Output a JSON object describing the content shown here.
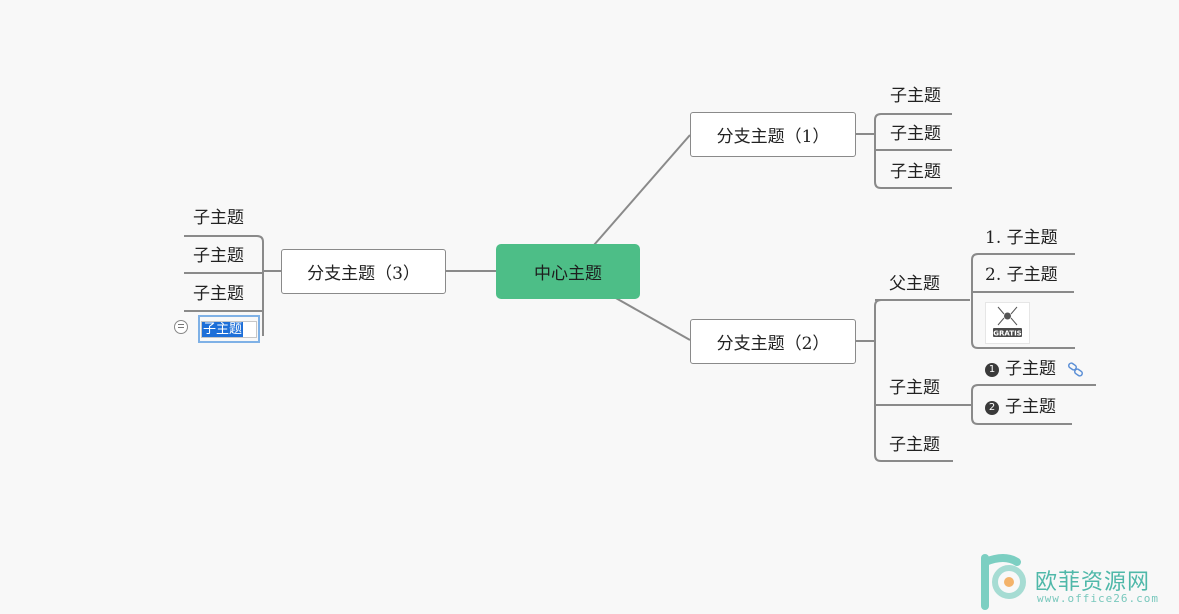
{
  "mindmap": {
    "center": {
      "label": "中心主题",
      "color": "#4dbe87"
    },
    "branch1": {
      "label": "分支主题（1）",
      "children": [
        "子主题",
        "子主题",
        "子主题"
      ]
    },
    "branch2": {
      "label": "分支主题（2）",
      "parent_topic": {
        "label": "父主题",
        "children": [
          "1. 子主题",
          "2. 子主题"
        ],
        "image_text": "GRATIS"
      },
      "sub_topic": {
        "label": "子主题",
        "children": [
          {
            "badge": "1",
            "label": "子主题"
          },
          {
            "badge": "2",
            "label": "子主题"
          }
        ]
      },
      "last_topic": "子主题"
    },
    "branch3": {
      "label": "分支主题（3）",
      "children": [
        "子主题",
        "子主题",
        "子主题"
      ],
      "editing_child": "子主题"
    }
  },
  "watermark": {
    "title": "欧菲资源网",
    "url": "www.office26.com"
  }
}
